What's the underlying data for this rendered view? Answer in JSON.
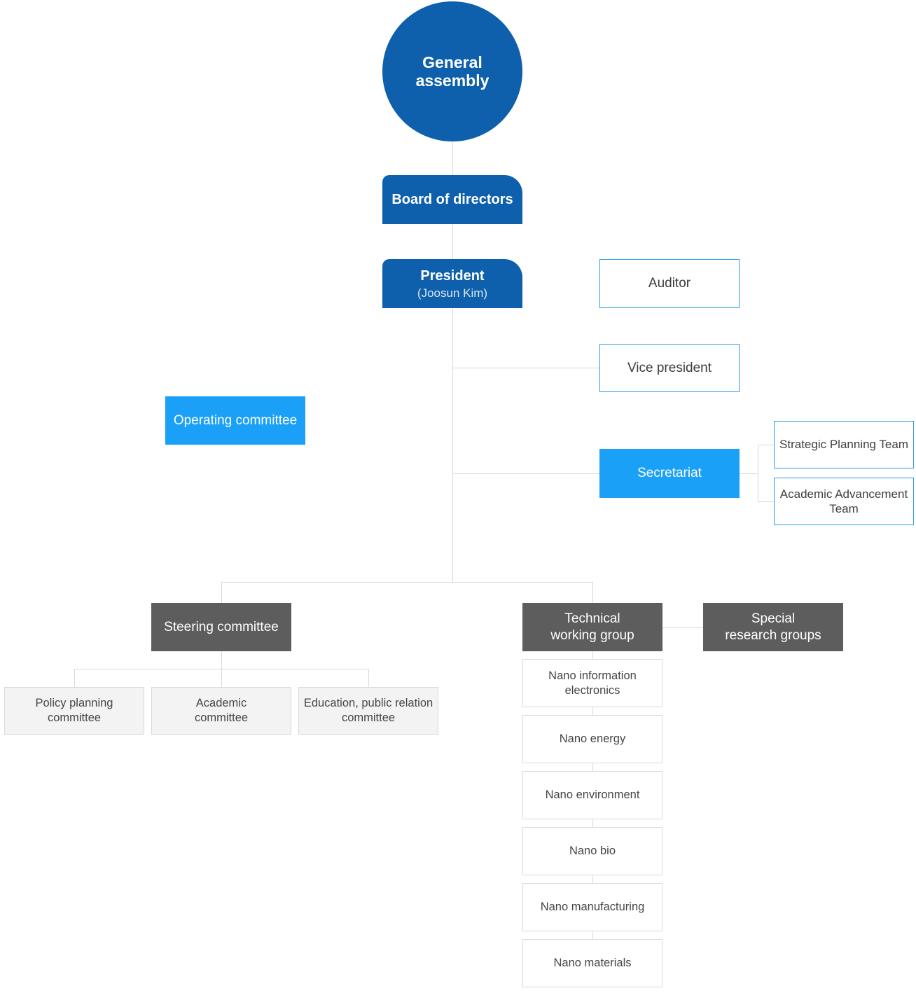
{
  "colors": {
    "dark_blue": "#0e60ad",
    "light_blue": "#1aa0f7",
    "blue_border": "#2aa0e8",
    "dark_gray": "#5d5d5d",
    "light_gray_fill": "#f3f3f3",
    "connector_line": "#d9d9d9",
    "text_dark": "#3c3c3c",
    "text_white": "#ffffff"
  },
  "nodes": {
    "general_assembly": {
      "label": "General\nassembly"
    },
    "board_of_directors": {
      "label": "Board of directors"
    },
    "president": {
      "title": "President",
      "subtitle": "(Joosun Kim)"
    },
    "auditor": {
      "label": "Auditor"
    },
    "vice_president": {
      "label": "Vice president"
    },
    "operating_committee": {
      "label": "Operating committee"
    },
    "secretariat": {
      "label": "Secretariat"
    },
    "strategic_planning_team": {
      "label": "Strategic Planning Team"
    },
    "academic_advancement_team": {
      "label": "Academic Advancement\nTeam"
    },
    "steering_committee": {
      "label": "Steering committee"
    },
    "technical_working_group": {
      "label": "Technical\nworking group"
    },
    "special_research_groups": {
      "label": "Special\nresearch groups"
    },
    "policy_planning_committee": {
      "label": "Policy planning\ncommittee"
    },
    "academic_committee": {
      "label": "Academic\ncommittee"
    },
    "education_pr_committee": {
      "label": "Education, public relation\ncommittee"
    },
    "twg_members": [
      {
        "label": "Nano information\nelectronics"
      },
      {
        "label": "Nano energy"
      },
      {
        "label": "Nano environment"
      },
      {
        "label": "Nano bio"
      },
      {
        "label": "Nano manufacturing"
      },
      {
        "label": "Nano materials"
      }
    ]
  }
}
